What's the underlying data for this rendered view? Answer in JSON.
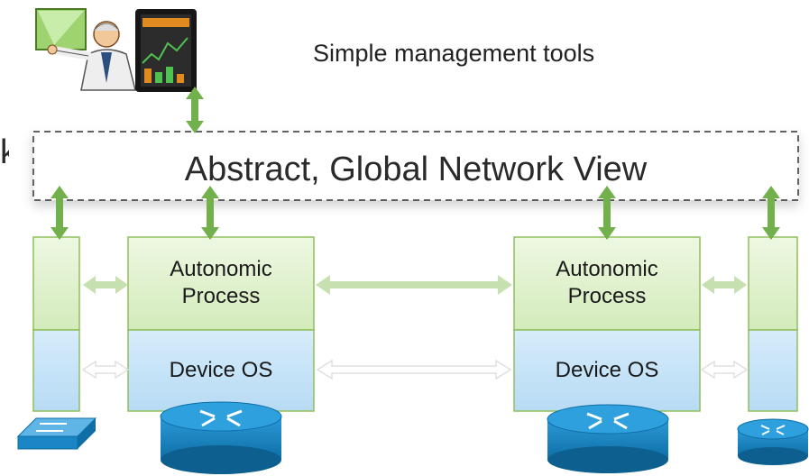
{
  "caption": "Simple management  tools",
  "network_view": {
    "label": "Abstract, Global Network View",
    "edge_glyph": "k"
  },
  "devices": [
    {
      "upper_label_1": "Autonomic",
      "upper_label_2": "Process",
      "lower_label": "Device OS"
    },
    {
      "upper_label_1": "Autonomic",
      "upper_label_2": "Process",
      "lower_label": "Device OS"
    }
  ],
  "colors": {
    "process_green": "#dcefc6",
    "os_blue": "#cfe6f8",
    "box_border": "#8fbf5a",
    "arrow_green": "#72b04c",
    "arrow_light_green": "#c6e0b0",
    "arrow_gray": "#e6e6e6",
    "router_blue": "#1a86c3"
  },
  "icons": [
    "manager-with-tablet-illustration",
    "switch-icon",
    "router-icon"
  ]
}
